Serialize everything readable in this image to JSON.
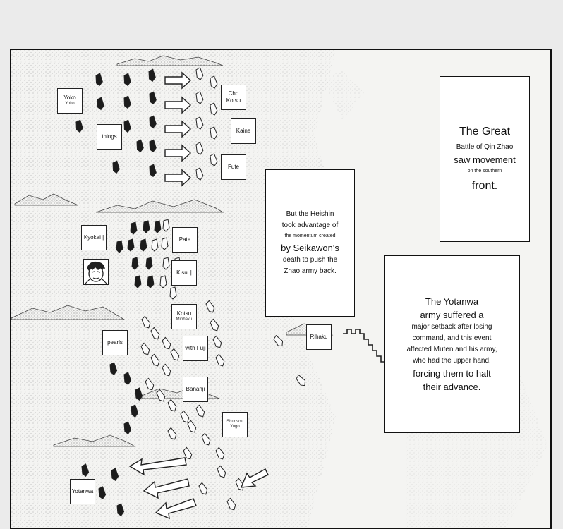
{
  "captions": {
    "box1": [
      "The Great",
      "Battle of Qin Zhao",
      "saw movement",
      "on the southern",
      "front."
    ],
    "box2": [
      "But the Heishin",
      "took advantage of",
      "the momentum created",
      "by Seikawon's",
      "death to push the",
      "Zhao army back."
    ],
    "box3": [
      "The Yotanwa",
      "army suffered a",
      "major setback after losing",
      "command, and this event",
      "affected Muten and his army,",
      "who had the upper hand,",
      "forcing them to halt",
      "their advance."
    ]
  },
  "labels": {
    "yoko": "Yoko",
    "yoko_sub": "Yoko",
    "things": "things",
    "cho": "Cho",
    "kotsu": "Kotsu",
    "kaine": "Kaine",
    "fute": "Fute",
    "kyokai": "Kyokai |",
    "pate": "Pate",
    "kisui": "Kisui |",
    "kotsu2": "Kotsu",
    "minhaku": "Minhaku",
    "pearls": "pearls",
    "with_fuji": "with Fuji",
    "bananji": "Bananji",
    "shunsou": "Shunsou",
    "yogo": "Yogo",
    "yotanwa": "Yotanwa",
    "rihaku": "Rihaku"
  }
}
